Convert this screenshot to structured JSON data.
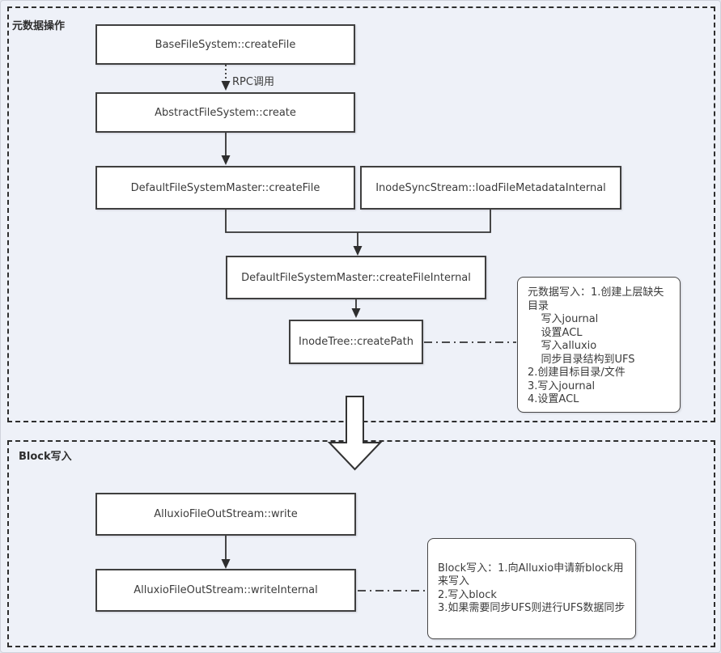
{
  "canvas": {
    "background": "#eef1f8",
    "box_fill": "#ffffff",
    "box_border": "#3f3f3f",
    "section_border": "#2e2e2e",
    "text_color": "#3b3b3b"
  },
  "sections": {
    "metadata": {
      "label": "元数据操作"
    },
    "block": {
      "label": "Block写入"
    }
  },
  "nodes": {
    "base_create": "BaseFileSystem::createFile",
    "abstract_create": "AbstractFileSystem::create",
    "master_createfile": "DefaultFileSystemMaster::createFile",
    "inode_sync": "InodeSyncStream::loadFileMetadataInternal",
    "create_internal": "DefaultFileSystemMaster::createFileInternal",
    "inode_tree": "InodeTree::createPath",
    "out_write": "AlluxioFileOutStream::write",
    "out_write_internal": "AlluxioFileOutStream::writeInternal"
  },
  "edges": {
    "rpc_label": "RPC调用"
  },
  "notes": {
    "metadata_note": "元数据写入：1.创建上层缺失目录\n    写入journal\n    设置ACL\n    写入alluxio\n    同步目录结构到UFS\n2.创建目标目录/文件\n3.写入journal\n4.设置ACL",
    "block_note": "Block写入：1.向Alluxio申请新block用来写入\n2.写入block\n3.如果需要同步UFS则进行UFS数据同步"
  }
}
